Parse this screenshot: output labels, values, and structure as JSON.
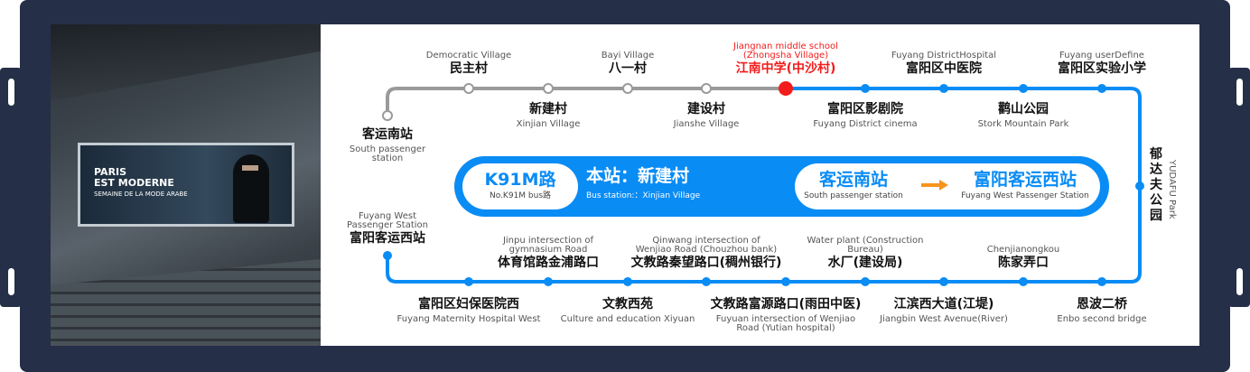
{
  "billboard": {
    "line1": "PARIS",
    "line2": "EST MODERNE",
    "line3": "SEMAINE DE LA MODE ARABE"
  },
  "colors": {
    "frame": "#252f48",
    "line_active": "#0a8cf5",
    "line_passed": "#9a9a9a",
    "current": "#f21c1c",
    "arrow": "#f7941d"
  },
  "route": {
    "number": "K91M路",
    "number_en": "No.K91M bus路",
    "current_label": "本站：新建村",
    "current_en": "Bus station:：Xinjian Village",
    "from": "客运南站",
    "from_en": "South passenger station",
    "to": "富阳客运西站",
    "to_en": "Fuyang West Passenger Station"
  },
  "top_stations": [
    {
      "cn": "客运南站",
      "en": "South passenger station"
    },
    {
      "cn": "民主村",
      "en": "Democratic Village"
    },
    {
      "cn": "新建村",
      "en": "Xinjian Village"
    },
    {
      "cn": "八一村",
      "en": "Bayi Village"
    },
    {
      "cn": "建设村",
      "en": "Jianshe Village"
    },
    {
      "cn": "江南中学(中沙村)",
      "en": "Jiangnan middle school (Zhongsha Village)"
    },
    {
      "cn": "富阳区影剧院",
      "en": "Fuyang District cinema"
    },
    {
      "cn": "富阳区中医院",
      "en": "Fuyang DistrictHospital"
    },
    {
      "cn": "鹳山公园",
      "en": "Stork Mountain Park"
    },
    {
      "cn": "富阳区实验小学",
      "en": "Fuyang userDefine"
    }
  ],
  "side_station": {
    "cn": "郁达夫公园",
    "en": "YUDAFU Park"
  },
  "bottom_stations": [
    {
      "cn": "恩波二桥",
      "en": "Enbo second bridge"
    },
    {
      "cn": "陈家弄口",
      "en": "Chenjianongkou"
    },
    {
      "cn": "江滨西大道(江堤)",
      "en": "Jiangbin West Avenue(River)"
    },
    {
      "cn": "水厂(建设局)",
      "en": "Water plant (Construction Bureau)"
    },
    {
      "cn": "文教路富源路口(雨田中医)",
      "en": "Fuyuan intersection of Wenjiao Road (Yutian hospital)"
    },
    {
      "cn": "文教路秦望路口(稠州银行)",
      "en": "Qinwang intersection of Wenjiao Road (Chouzhou bank)"
    },
    {
      "cn": "文教西苑",
      "en": "Culture and education Xiyuan"
    },
    {
      "cn": "体育馆路金浦路口",
      "en": "Jinpu intersection of gymnasium Road"
    },
    {
      "cn": "富阳区妇保医院西",
      "en": "Fuyang Maternity Hospital West"
    },
    {
      "cn": "富阳客运西站",
      "en": "Fuyang West Passenger Station"
    }
  ]
}
